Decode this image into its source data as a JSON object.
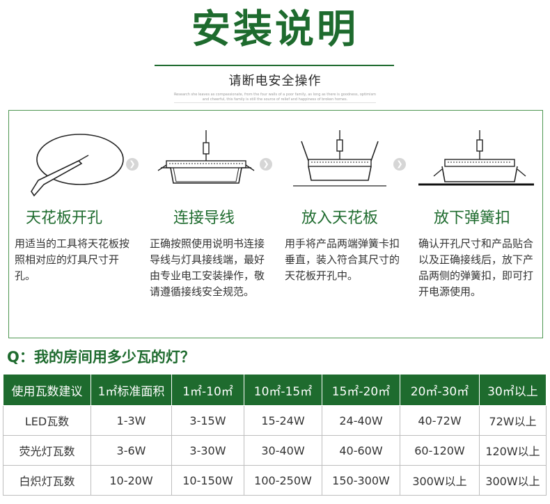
{
  "header": {
    "title": "安装说明",
    "subtitle": "请断电安全操作",
    "fine_print": "Research she leaves as compassionate, from the four walls of a poor family, as long as there is goodness, optimism and cheerful, this family is still the source of relief and happiness of broken homes."
  },
  "steps": [
    {
      "title": "天花板开孔",
      "text": "用适当的工具将天花板按照相对应的灯具尺寸开孔。",
      "icon": "ceiling-hole-icon"
    },
    {
      "title": "连接导线",
      "text": "正确按照使用说明书连接导线与灯具接线端，最好由专业电工安装操作，敬请遵循接线安全规范。",
      "icon": "wire-connect-icon"
    },
    {
      "title": "放入天花板",
      "text": "用手将产品两端弹簧卡扣垂直，装入符合其尺寸的天花板开孔中。",
      "icon": "insert-light-icon"
    },
    {
      "title": "放下弹簧扣",
      "text": "确认开孔尺寸和产品贴合以及正确接线后，放下产品两侧的弹簧扣，即可打开电源使用。",
      "icon": "spring-clip-icon"
    }
  ],
  "arrow_glyph": "❯",
  "question": "Q：我的房间用多少瓦的灯？",
  "table": {
    "headers": [
      "使用瓦数建议",
      "1㎡标准面积",
      "1㎡-10㎡",
      "10㎡-15㎡",
      "15㎡-20㎡",
      "20㎡-30㎡",
      "30㎡以上"
    ],
    "rows": [
      [
        "LED瓦数",
        "1-3W",
        "3-15W",
        "15-24W",
        "24-40W",
        "40-72W",
        "72W以上"
      ],
      [
        "荧光灯瓦数",
        "3-6W",
        "3-30W",
        "30-40W",
        "40-60W",
        "60-120W",
        "120W以上"
      ],
      [
        "白炽灯瓦数",
        "10-20W",
        "10-150W",
        "100-250W",
        "150-300W",
        "300W以上",
        "300W以上"
      ]
    ]
  },
  "colors": {
    "brand_green": "#1e6b2e",
    "border_green": "#4d9650",
    "arrow_gray": "#d6d6d6"
  }
}
